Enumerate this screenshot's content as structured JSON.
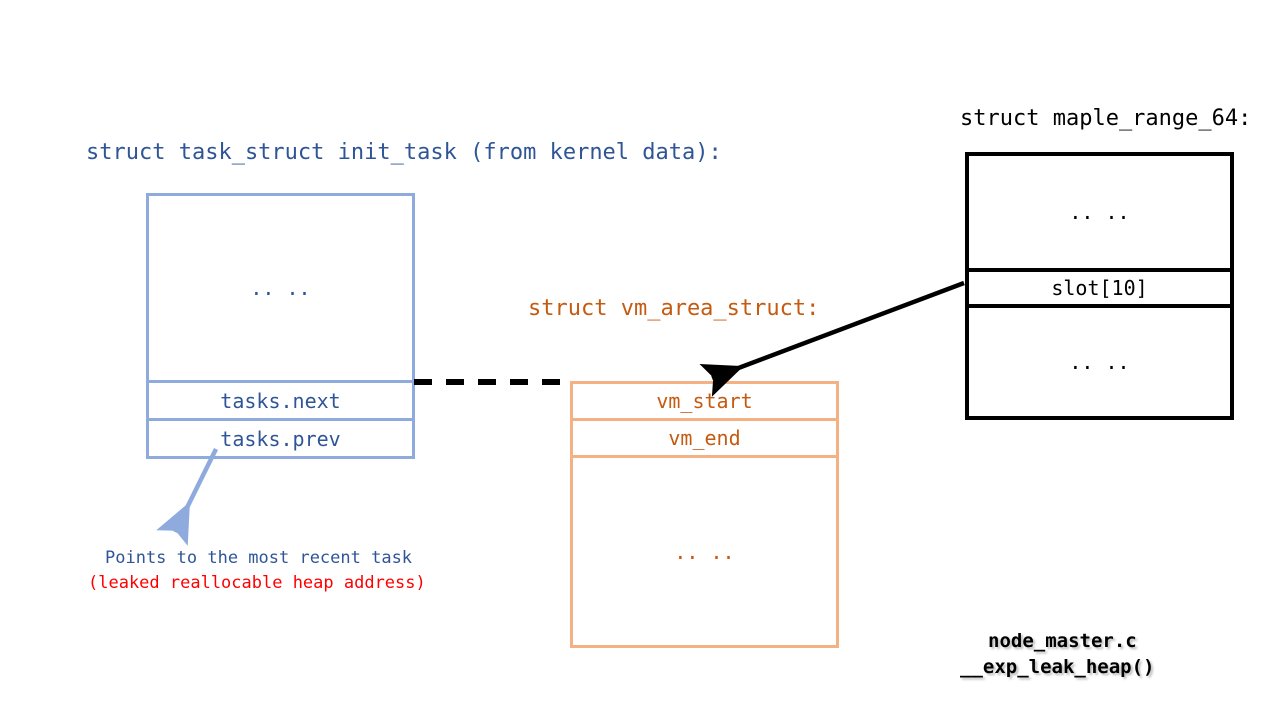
{
  "diagram": {
    "title_task_struct": "struct task_struct init_task (from kernel data):",
    "title_vm_area": "struct vm_area_struct:",
    "title_maple_range": "struct maple_range_64:",
    "ellipsis": ".. ..",
    "task_box": {
      "body_label": ".. ..",
      "rows": [
        {
          "label": "tasks.next"
        },
        {
          "label": "tasks.prev"
        }
      ]
    },
    "vma_box": {
      "rows": [
        {
          "label": "vm_start"
        },
        {
          "label": "vm_end"
        }
      ],
      "body_label": ".. .."
    },
    "maple_box": {
      "top_label": ".. ..",
      "slot_label": "slot[10]",
      "bottom_label": ".. .."
    },
    "annotation": {
      "line1": "Points to the most recent task",
      "line2": "(leaked reallocable heap address)"
    },
    "source_label": {
      "file": "node_master.c",
      "function": "__exp_leak_heap()"
    },
    "colors": {
      "blue_text": "#2f5597",
      "blue_border": "#8faadc",
      "orange_text": "#c55a11",
      "orange_border": "#f4b183",
      "black": "#000000",
      "red": "#ff0000",
      "background": "#ffffff"
    }
  }
}
